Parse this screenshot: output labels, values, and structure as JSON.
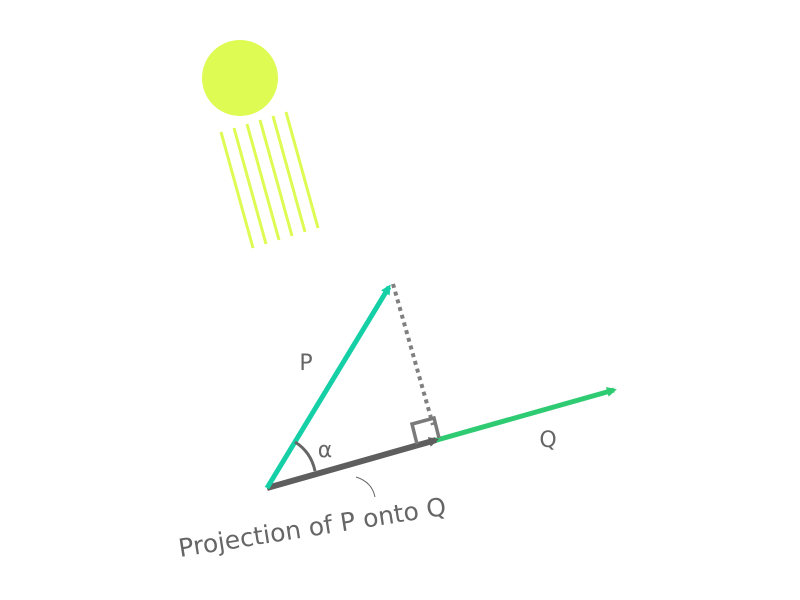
{
  "labels": {
    "vector_p": "P",
    "vector_q": "Q",
    "angle": "α",
    "projection": "Projection of P onto Q"
  },
  "colors": {
    "vector_p": "#15cfa6",
    "vector_q": "#2fcb72",
    "projection": "#5e5e5e",
    "dotted_line": "#808080",
    "right_angle": "#7a7a7a",
    "light_source": "#ddfb53",
    "text": "#666666"
  },
  "icons": {
    "light_source": "sun-with-rays-icon"
  }
}
